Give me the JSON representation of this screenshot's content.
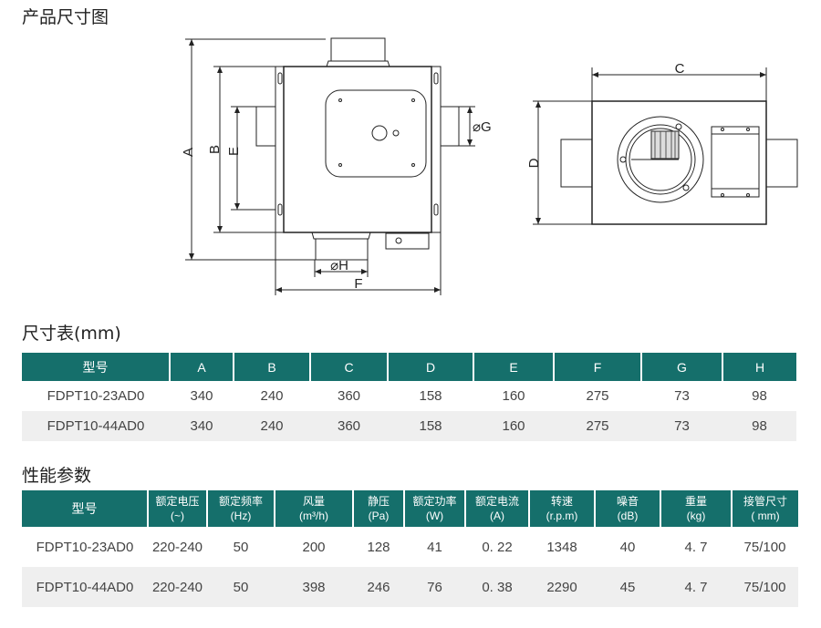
{
  "titles": {
    "drawing": "产品尺寸图",
    "dimensions": "尺寸表(mm)",
    "performance": "性能参数"
  },
  "drawing_labels": {
    "A": "A",
    "B": "B",
    "C": "C",
    "D": "D",
    "E": "E",
    "F": "F",
    "G": "⌀G",
    "H": "⌀H"
  },
  "dimensions_table": {
    "headers": [
      "型号",
      "A",
      "B",
      "C",
      "D",
      "E",
      "F",
      "G",
      "H"
    ],
    "rows": [
      [
        "FDPT10-23AD0",
        "340",
        "240",
        "360",
        "158",
        "160",
        "275",
        "73",
        "98"
      ],
      [
        "FDPT10-44AD0",
        "340",
        "240",
        "360",
        "158",
        "160",
        "275",
        "73",
        "98"
      ]
    ]
  },
  "performance_table": {
    "headers": [
      {
        "name": "型号",
        "unit": ""
      },
      {
        "name": "额定电压",
        "unit": "(~)"
      },
      {
        "name": "额定频率",
        "unit": "(Hz)"
      },
      {
        "name": "风量",
        "unit": "(m³/h)"
      },
      {
        "name": "静压",
        "unit": "(Pa)"
      },
      {
        "name": "额定功率",
        "unit": "(W)"
      },
      {
        "name": "额定电流",
        "unit": "(A)"
      },
      {
        "name": "转速",
        "unit": "(r.p.m)"
      },
      {
        "name": "噪音",
        "unit": "(dB)"
      },
      {
        "name": "重量",
        "unit": "(kg)"
      },
      {
        "name": "接管尺寸",
        "unit": "( mm)"
      }
    ],
    "rows": [
      [
        "FDPT10-23AD0",
        "220-240",
        "50",
        "200",
        "128",
        "41",
        "0. 22",
        "1348",
        "40",
        "4. 7",
        "75/100"
      ],
      [
        "FDPT10-44AD0",
        "220-240",
        "50",
        "398",
        "246",
        "76",
        "0. 38",
        "2290",
        "45",
        "4. 7",
        "75/100"
      ]
    ]
  },
  "colors": {
    "header_bg": "#156f6b",
    "alt_row": "#efefef"
  }
}
